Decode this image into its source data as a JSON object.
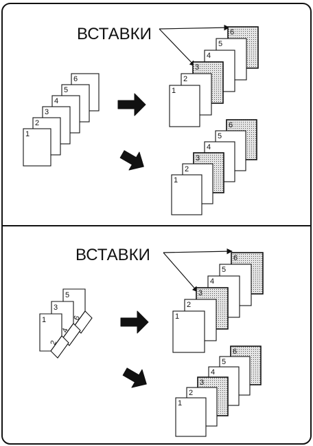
{
  "panels": [
    {
      "label": "ВСТАВКИ",
      "source_numbers": [
        "1",
        "2",
        "3",
        "4",
        "5",
        "6"
      ],
      "result_a": {
        "numbers": [
          "1",
          "2",
          "3",
          "4",
          "5",
          "6"
        ],
        "shaded": [
          false,
          false,
          true,
          false,
          false,
          true
        ]
      },
      "result_b": {
        "numbers": [
          "1",
          "2",
          "3",
          "4",
          "5",
          "6"
        ],
        "shaded": [
          false,
          false,
          true,
          false,
          false,
          true
        ]
      }
    },
    {
      "label": "ВСТАВКИ",
      "source_numbers": [
        "1",
        "2",
        "3",
        "4",
        "5",
        "6"
      ],
      "result_a": {
        "numbers": [
          "1",
          "2",
          "3",
          "4",
          "5",
          "6"
        ],
        "shaded": [
          false,
          false,
          true,
          false,
          false,
          true
        ]
      },
      "result_b": {
        "numbers": [
          "1",
          "2",
          "3",
          "4",
          "5",
          "6"
        ],
        "shaded": [
          false,
          false,
          true,
          false,
          false,
          true
        ]
      }
    }
  ],
  "colors": {
    "line": "#111111",
    "paper": "#ffffff",
    "insert_fill": "#c6c6c6"
  }
}
